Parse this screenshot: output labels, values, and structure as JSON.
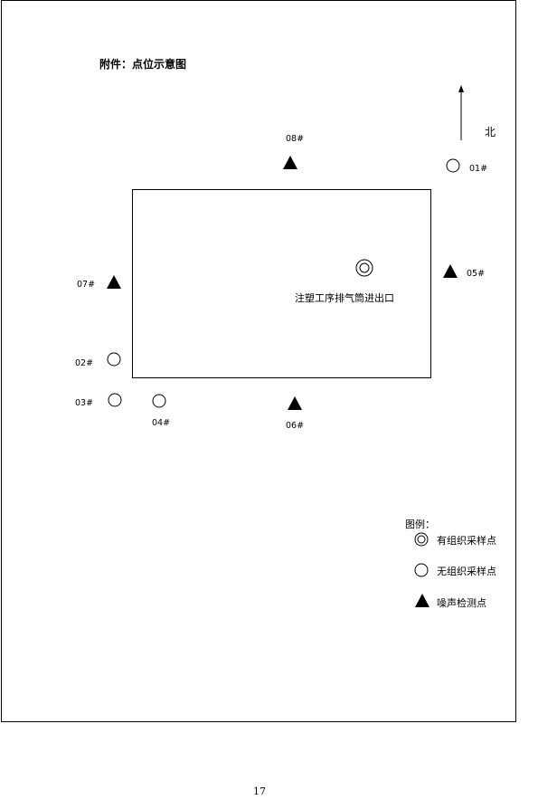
{
  "title": "附件：点位示意图",
  "north": "北",
  "building_caption": "注塑工序排气筒进出口",
  "points": {
    "p01": "01#",
    "p02": "02#",
    "p03": "03#",
    "p04": "04#",
    "p05": "05#",
    "p06": "06#",
    "p07": "07#",
    "p08": "08#"
  },
  "legend": {
    "title": "图例：",
    "organized": "有组织采样点",
    "unorganized": "无组织采样点",
    "noise": "噪声检测点"
  },
  "page_number": "17"
}
